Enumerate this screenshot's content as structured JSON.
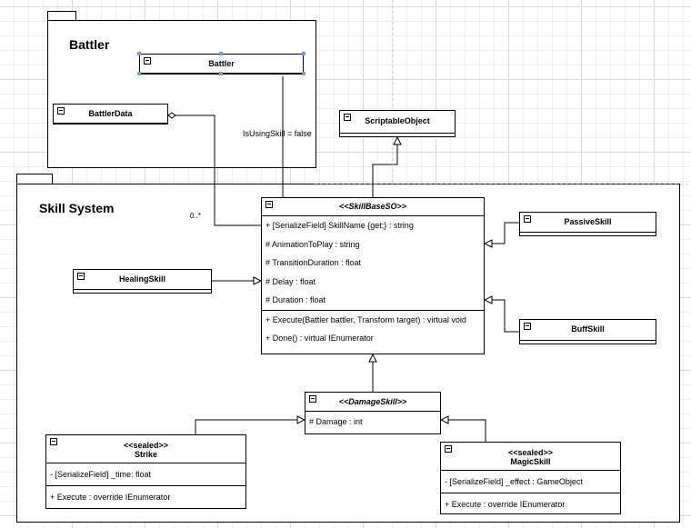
{
  "packages": {
    "battler": {
      "title": "Battler"
    },
    "skill_system": {
      "title": "Skill System"
    }
  },
  "classes": {
    "battler": {
      "name": "Battler"
    },
    "battler_data": {
      "name": "BattlerData"
    },
    "scriptable_object": {
      "name": "ScriptableObject"
    },
    "skill_base_so": {
      "name": "<<SkillBaseSO>>",
      "attributes": [
        "+ [SerializeField] SkillName {get;} : string",
        "# AnimationToPlay : string",
        "# TransitionDuration : float",
        "# Delay : float",
        "# Duration : float"
      ],
      "operations": [
        "+ Execute(Battler battler, Transform target) : virtual void",
        "+ Done() : virtual IEnumerator"
      ]
    },
    "passive_skill": {
      "name": "PassiveSkill"
    },
    "buff_skill": {
      "name": "BuffSkill"
    },
    "healing_skill": {
      "name": "HealingSkill"
    },
    "damage_skill": {
      "name": "<<DamageSkill>>",
      "attributes": [
        "# Damage : int"
      ]
    },
    "strike": {
      "stereotype": "<<sealed>>",
      "name": "Strike",
      "attributes": [
        "- [SerializeField] _time: float"
      ],
      "operations": [
        "+ Execute : override IEnumerator"
      ]
    },
    "magic_skill": {
      "stereotype": "<<sealed>>",
      "name": "MagicSkill",
      "attributes": [
        "- [SerializeField] _effect : GameObject"
      ],
      "operations": [
        "+ Execute : override IEnumerator"
      ]
    }
  },
  "edge_labels": {
    "is_using_skill": "IsUsingSkill = false",
    "multiplicity": "0..*"
  },
  "colors": {
    "grid": "#d9d9d9",
    "selection_handle": "#5fa8e8",
    "line": "#000000"
  }
}
